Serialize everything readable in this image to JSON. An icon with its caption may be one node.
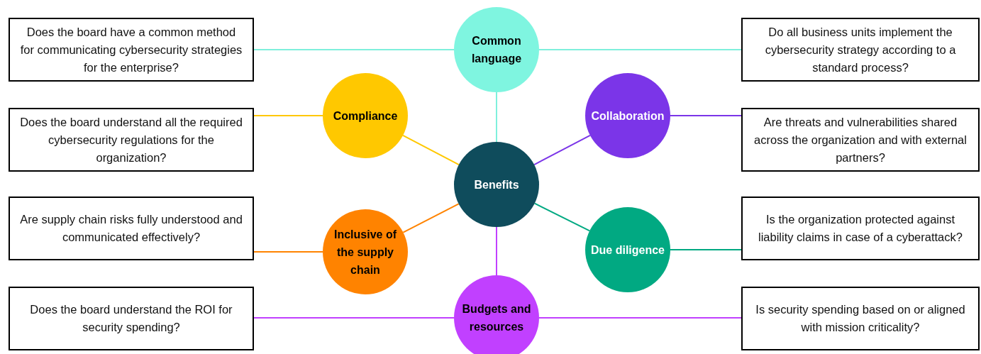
{
  "diagram": {
    "nodes": [
      {
        "text": [
          "Does the board have a common method for communicating cybersecurity strategies for the enterprise?"
        ]
      },
      {
        "text": [
          "Common language"
        ]
      },
      {
        "text": [
          "Do all business units implement the cybersecurity strategy according to a standard process?"
        ]
      },
      {
        "text": [
          "Does the board understand all the required cybersecurity regulations for the organization?"
        ]
      },
      {
        "text": [
          "Compliance"
        ]
      },
      {
        "text": [
          "Collaboration"
        ]
      },
      {
        "text": [
          "Are threats and vulnerabilities shared across the organization and with external partners?"
        ]
      },
      {
        "text": [
          "Benefits"
        ]
      },
      {
        "text": [
          "Are supply chain risks fully understood and communicated effectively?"
        ]
      },
      {
        "text": [
          "Inclusive of the supply chain"
        ]
      },
      {
        "text": [
          "Due diligence"
        ]
      },
      {
        "text": [
          "Is the organization protected against liability claims in case of a cyberattack?"
        ]
      },
      {
        "text": [
          "Does the board understand the ROI for security spending?"
        ]
      },
      {
        "text": [
          "Budgets and resources"
        ]
      },
      {
        "text": [
          "Is security spending based on or aligned with mission criticality?"
        ]
      }
    ],
    "edges": [
      {
        "from": 7,
        "to": 1,
        "arrow": "none",
        "color": "#7ff0dc"
      },
      {
        "from": 7,
        "to": 4,
        "arrow": "none",
        "color": "#ffc800"
      },
      {
        "from": 7,
        "to": 5,
        "arrow": "none",
        "color": "#7b35e8"
      },
      {
        "from": 7,
        "to": 9,
        "arrow": "none",
        "color": "#ff8300"
      },
      {
        "from": 7,
        "to": 10,
        "arrow": "none",
        "color": "#01a982"
      },
      {
        "from": 7,
        "to": 13,
        "arrow": "none",
        "color": "#c140ff"
      },
      {
        "from": 1,
        "to": 0,
        "arrow": "none",
        "color": "#7ff0dc"
      },
      {
        "from": 1,
        "to": 2,
        "arrow": "none",
        "color": "#7ff0dc"
      },
      {
        "from": 4,
        "to": 3,
        "arrow": "none",
        "color": "#ffc800"
      },
      {
        "from": 5,
        "to": 6,
        "arrow": "none",
        "color": "#7b35e8"
      },
      {
        "from": 9,
        "to": 8,
        "arrow": "none",
        "color": "#ff8300"
      },
      {
        "from": 10,
        "to": 11,
        "arrow": "none",
        "color": "#01a982"
      },
      {
        "from": 13,
        "to": 12,
        "arrow": "none",
        "color": "#c140ff"
      },
      {
        "from": 13,
        "to": 14,
        "arrow": "none",
        "color": "#c140ff"
      }
    ]
  }
}
